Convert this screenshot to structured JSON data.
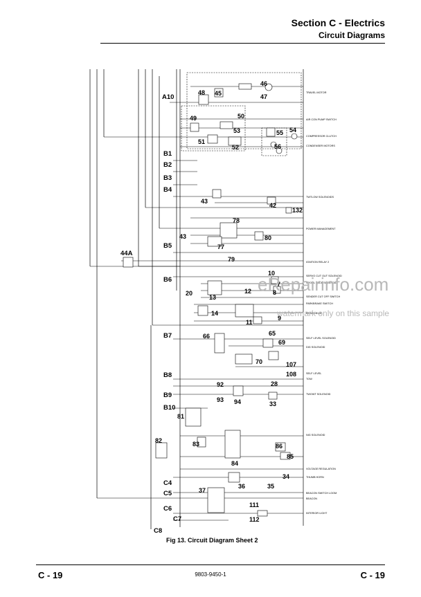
{
  "header": {
    "section_title": "Section C - Electrics",
    "subtitle": "Circuit Diagrams"
  },
  "caption": "Fig 13. Circuit Diagram Sheet 2",
  "footer": {
    "page_left": "C - 19",
    "doc_number": "9803-9450-1",
    "page_right": "C - 19"
  },
  "watermark": {
    "main": "eRepairinfo.com",
    "note": "watermark only on this sample"
  },
  "bus_labels": [
    "A10",
    "B1",
    "B2",
    "B3",
    "B4",
    "B5",
    "B6",
    "B7",
    "B8",
    "B9",
    "B10",
    "C4",
    "C5",
    "C6",
    "C7",
    "C8",
    "44A"
  ],
  "component_numbers": [
    "48",
    "45",
    "46",
    "47",
    "49",
    "50",
    "53",
    "55",
    "54",
    "51",
    "52",
    "56",
    "43",
    "42",
    "132",
    "78",
    "43",
    "80",
    "77",
    "79",
    "10",
    "7",
    "12",
    "13",
    "8",
    "20",
    "14",
    "11",
    "9",
    "66",
    "65",
    "69",
    "70",
    "107",
    "108",
    "28",
    "92",
    "93",
    "94",
    "33",
    "81",
    "82",
    "83",
    "84",
    "86",
    "85",
    "36",
    "34",
    "37",
    "35",
    "111",
    "112"
  ],
  "output_labels": [
    "TRAVEL MOTOR",
    "AIR CON PUMP SWITCH",
    "COMPRESSOR CLUTCH",
    "CONDENSER MOTORS",
    "TWTLOW SOLENOIDS",
    "POWER MANAGEMENT",
    "IGNITION RELAY 2",
    "SERVO CUT OUT SOLENOID",
    "SPOOL LOCK SOLENOID",
    "SENDER CUT OFF SWITCH",
    "PARKBRAKE SWITCH",
    "BEAM HEAD",
    "SELF LEVEL SOLENOID",
    "DIG SOLENOID",
    "SELF LEVEL",
    "TOW",
    "TWOWT SOLENOID",
    "NIG SOLENOID",
    "VOLTAGE REGULATION",
    "THUMB HORN",
    "BEACON SWITCH LOOM",
    "BEACON",
    "INTERIOR LIGHT"
  ]
}
